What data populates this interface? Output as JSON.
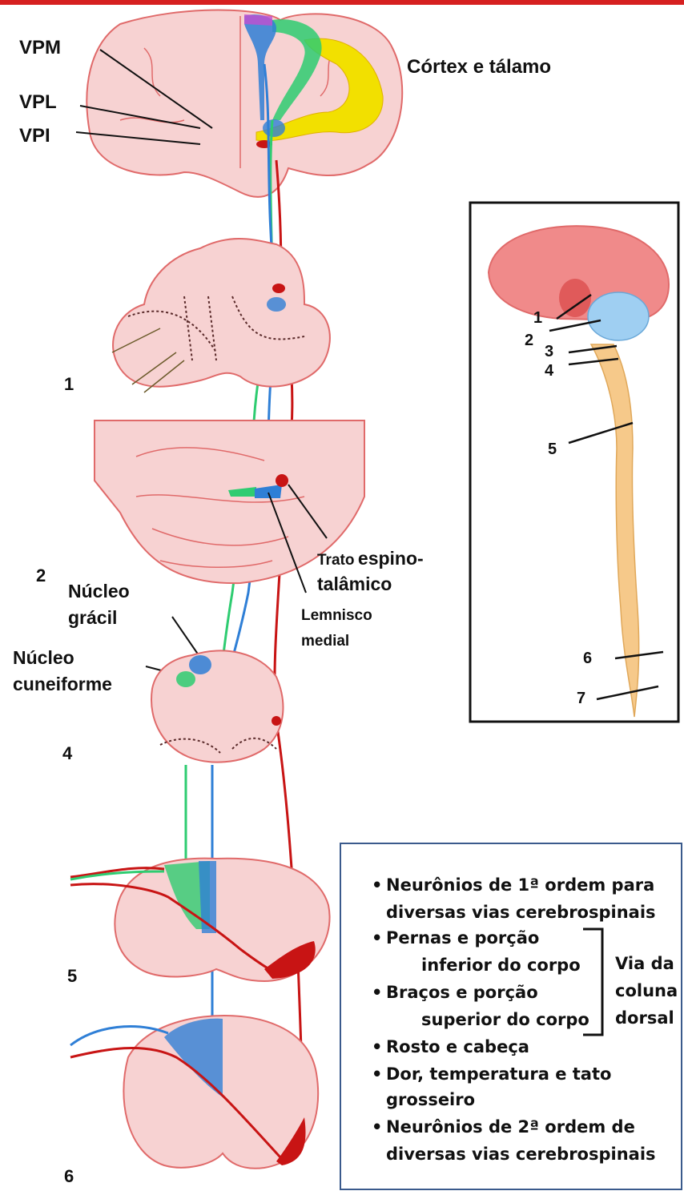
{
  "labels": {
    "vpm": "VPM",
    "vpl": "VPL",
    "vpi": "VPI",
    "cortex": "Córtex e tálamo",
    "level_1": "1",
    "level_2": "2",
    "level_4": "4",
    "level_5": "5",
    "level_6": "6",
    "gracil_1": "Núcleo",
    "gracil_2": "grácil",
    "cuneate_1": "Núcleo",
    "cuneate_2": "cuneiforme",
    "tract_1_small": "Trato",
    "tract_1_big": "espino-",
    "tract_2": "talâmico",
    "lemnisco_1": "Lemnisco",
    "lemnisco_2": "medial"
  },
  "inset": {
    "levels": [
      "1",
      "2",
      "3",
      "4",
      "5",
      "6",
      "7"
    ]
  },
  "legend": {
    "items": [
      "Neurônios de 1ª ordem para",
      "diversas vias cerebrospinais",
      "Pernas e porção",
      "inferior do corpo",
      "Braços e porção",
      "superior do corpo",
      "Rosto e cabeça",
      "Dor, temperatura e tato",
      "grosseiro",
      "Neurônios de 2ª ordem de",
      "diversas vias cerebrospinais"
    ],
    "bracket_label": [
      "Via da",
      "coluna",
      "dorsal"
    ],
    "bullet": "•"
  },
  "colors": {
    "tissue_fill": "#f7d2d2",
    "tissue_stroke": "#e06a6a",
    "green": "#2ecc71",
    "blue": "#2f7fd6",
    "red": "#c81414",
    "yellow": "#f2e000",
    "spinal_cord": "#f6c98a",
    "cerebellum": "#9fcff2",
    "frame": "#3a5a8c"
  }
}
